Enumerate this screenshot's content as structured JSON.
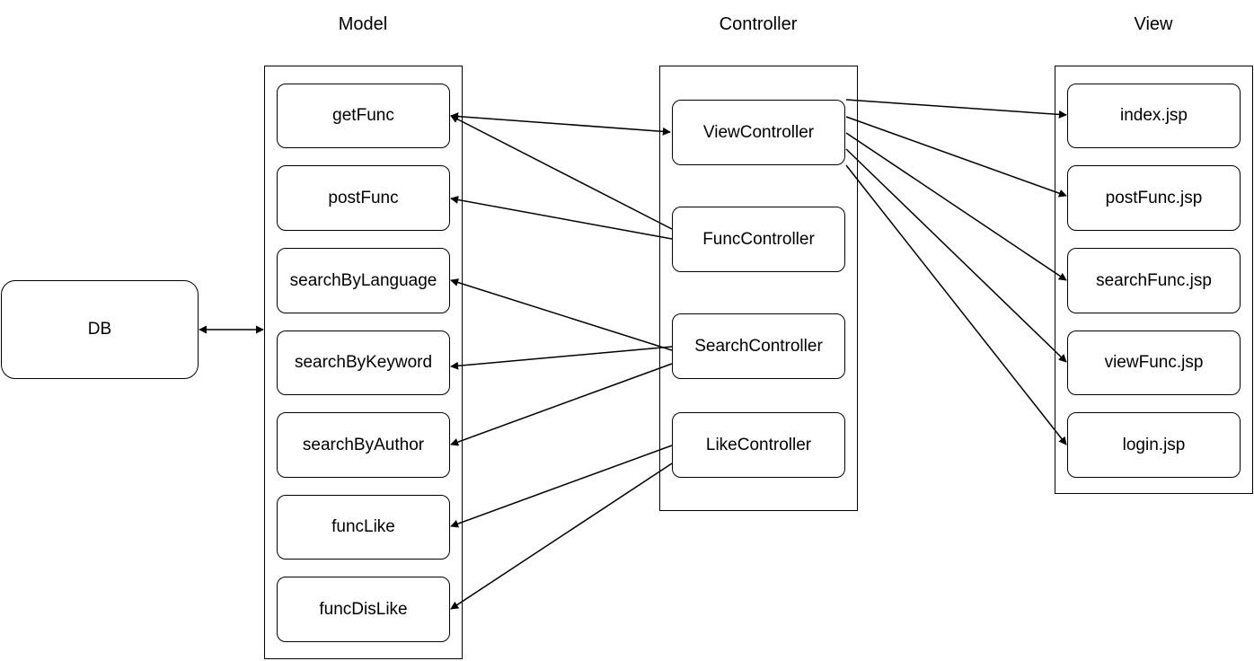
{
  "columns": {
    "model": "Model",
    "controller": "Controller",
    "view": "View"
  },
  "db": {
    "label": "DB"
  },
  "model_nodes": [
    "getFunc",
    "postFunc",
    "searchByLanguage",
    "searchByKeyword",
    "searchByAuthor",
    "funcLike",
    "funcDisLike"
  ],
  "controller_nodes": [
    "ViewController",
    "FuncController",
    "SearchController",
    "LikeController"
  ],
  "view_nodes": [
    "index.jsp",
    "postFunc.jsp",
    "searchFunc.jsp",
    "viewFunc.jsp",
    "login.jsp"
  ],
  "edges": [
    {
      "from": "DB",
      "to": "Model",
      "bidirectional": true
    },
    {
      "from": "getFunc",
      "to": "ViewController",
      "bidirectional": true
    },
    {
      "from": "FuncController",
      "to": "getFunc"
    },
    {
      "from": "FuncController",
      "to": "postFunc"
    },
    {
      "from": "SearchController",
      "to": "searchByLanguage"
    },
    {
      "from": "SearchController",
      "to": "searchByKeyword"
    },
    {
      "from": "SearchController",
      "to": "searchByAuthor"
    },
    {
      "from": "LikeController",
      "to": "funcLike"
    },
    {
      "from": "LikeController",
      "to": "funcDisLike"
    },
    {
      "from": "ViewController",
      "to": "index.jsp"
    },
    {
      "from": "ViewController",
      "to": "postFunc.jsp"
    },
    {
      "from": "ViewController",
      "to": "searchFunc.jsp"
    },
    {
      "from": "ViewController",
      "to": "viewFunc.jsp"
    },
    {
      "from": "ViewController",
      "to": "login.jsp"
    }
  ],
  "colors": {
    "line": "#000000",
    "box_fill": "#ffffff",
    "background": "#ffffff"
  }
}
